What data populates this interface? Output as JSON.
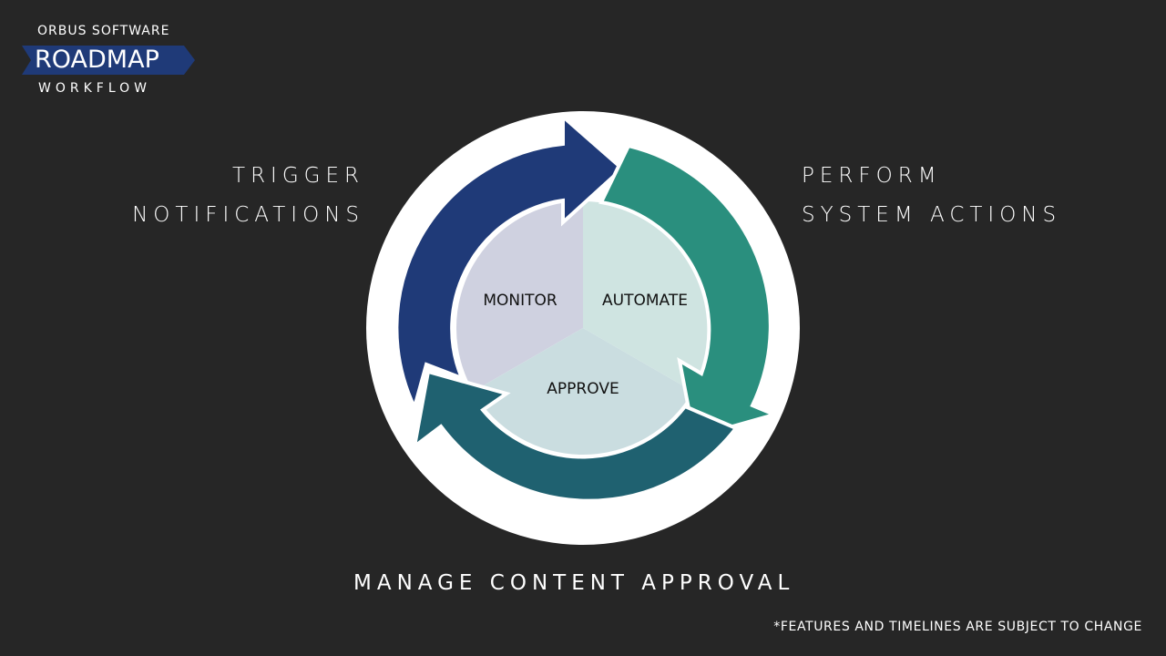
{
  "logo": {
    "company": "ORBUS SOFTWARE",
    "title": "ROADMAP",
    "subtitle": "WORKFLOW"
  },
  "callouts": {
    "left_line1": "TRIGGER",
    "left_line2": "NOTIFICATIONS",
    "right_line1": "PERFORM",
    "right_line2": "SYSTEM ACTIONS",
    "bottom": "MANAGE CONTENT APPROVAL"
  },
  "cycle": {
    "segments": [
      {
        "label": "MONITOR",
        "color": "#1f3a78",
        "inner": "#cfd1e0"
      },
      {
        "label": "AUTOMATE",
        "color": "#2a8f7e",
        "inner": "#cfe4e1"
      },
      {
        "label": "APPROVE",
        "color": "#1f6170",
        "inner": "#cadde0"
      }
    ]
  },
  "disclaimer": "*FEATURES AND TIMELINES ARE SUBJECT TO CHANGE",
  "colors": {
    "background": "#262626",
    "outer_circle": "#ffffff",
    "logo_ribbon": "#1f3a78"
  }
}
